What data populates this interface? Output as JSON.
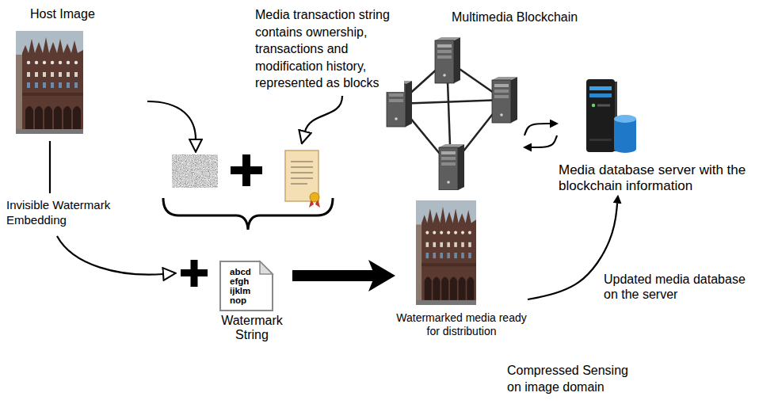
{
  "diagram": {
    "nodes": [
      {
        "text": [
          "Host Image"
        ]
      },
      {
        "text": [
          "Multimedia Blockchain"
        ]
      },
      {
        "text": [
          "Media database server with the blockchain information"
        ]
      },
      {
        "text": [
          "abcd efgh ijklm nop",
          "Watermark String"
        ]
      },
      {
        "text": [
          "Watermarked media ready for distribution"
        ]
      }
    ],
    "edges": [
      {
        "from": 1,
        "to": 2,
        "arrow": "to"
      },
      {
        "from": 2,
        "to": 1,
        "arrow": "to"
      },
      {
        "from": 3,
        "to": 4,
        "arrow": "to"
      },
      {
        "from": 4,
        "to": 2,
        "arrow": "to"
      }
    ],
    "labels": [
      "Media transaction string contains ownership, transactions and modification history, represented as blocks",
      "Invisible Watermark Embedding",
      "Updated media database on the server",
      "Compressed Sensing on image domain"
    ]
  }
}
